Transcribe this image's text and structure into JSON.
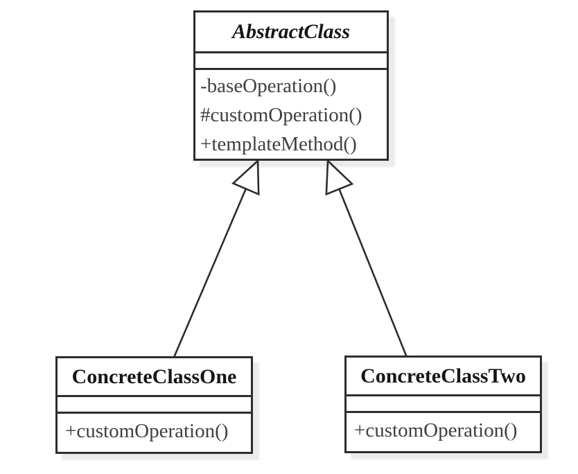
{
  "diagram": {
    "type": "uml-class-diagram",
    "classes": [
      {
        "name": "AbstractClass",
        "abstract": true,
        "attributes": [],
        "methods": [
          "-baseOperation()",
          "#customOperation()",
          "+templateMethod()"
        ]
      },
      {
        "name": "ConcreteClassOne",
        "abstract": false,
        "attributes": [],
        "methods": [
          "+customOperation()"
        ]
      },
      {
        "name": "ConcreteClassTwo",
        "abstract": false,
        "attributes": [],
        "methods": [
          "+customOperation()"
        ]
      }
    ],
    "relationships": [
      {
        "type": "generalization",
        "from": "ConcreteClassOne",
        "to": "AbstractClass"
      },
      {
        "type": "generalization",
        "from": "ConcreteClassTwo",
        "to": "AbstractClass"
      }
    ],
    "colors": {
      "line": "#2d2d2d",
      "title_text": "#161616",
      "method_text": "#3f3f3f",
      "fill": "#ffffff",
      "background": "#ffffff"
    }
  }
}
